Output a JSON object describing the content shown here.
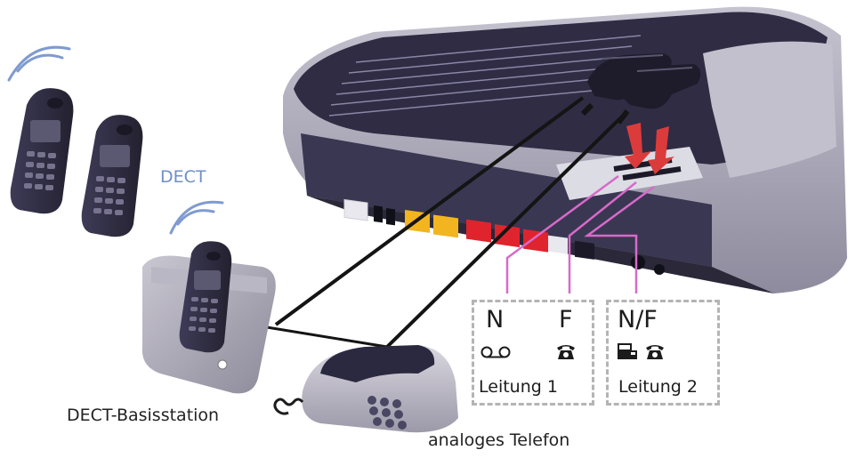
{
  "labels": {
    "dect": "DECT",
    "base_station": "DECT-Basisstation",
    "analog_phone": "analoges Telefon"
  },
  "line1": {
    "port_n": "N",
    "port_f": "F",
    "label": "Leitung 1",
    "icons": [
      "answering-machine-icon",
      "telephone-icon"
    ]
  },
  "line2": {
    "port_nf": "N/F",
    "label": "Leitung 2",
    "icons": [
      "fax-icon",
      "telephone-icon"
    ]
  },
  "colors": {
    "dect_text": "#6f8fc9",
    "connector_lines": "#d86ac9",
    "router_body": "#2f2c44",
    "router_side": "#a9a6b7",
    "yellow_ports": "#f2b51f",
    "red_ports": "#e0242d",
    "arrow": "#dc3b3b",
    "dashed_box": "#b4b4b4"
  }
}
